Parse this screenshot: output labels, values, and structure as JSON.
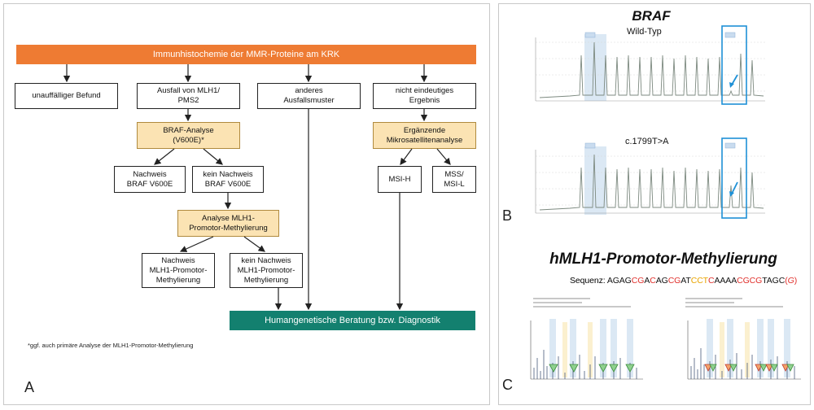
{
  "panel_a": {
    "letter": "A",
    "top_bar": "Immunhistochemie der MMR-Proteine am KRK",
    "box_unauffaellig": "unauffälliger Befund",
    "box_ausfall": "Ausfall von MLH1/\nPMS2",
    "box_anderes": "anderes\nAusfallsmuster",
    "box_nicht_eindeutig": "nicht eindeutiges\nErgebnis",
    "box_braf": "BRAF-Analyse\n(V600E)*",
    "box_mikrosat": "Ergänzende\nMikrosatellitenanalyse",
    "box_nachweis_braf": "Nachweis\nBRAF V600E",
    "box_kein_braf": "kein Nachweis\nBRAF V600E",
    "box_msi_h": "MSI-H",
    "box_mss": "MSS/\nMSI-L",
    "box_analyse_mlh1": "Analyse MLH1-\nPromotor-Methylierung",
    "box_nachweis_mlh1": "Nachweis\nMLH1-Promotor-\nMethylierung",
    "box_kein_mlh1": "kein Nachweis\nMLH1-Promotor-\nMethylierung",
    "bottom_bar": "Humangenetische Beratung bzw. Diagnostik",
    "footnote": "*ggf. auch primäre Analyse der MLH1-Promotor-Methylierung"
  },
  "panel_b": {
    "letter": "B",
    "title": "BRAF",
    "top_label": "Wild-Typ",
    "bottom_label": "c.1799T>A"
  },
  "panel_c": {
    "letter": "C",
    "title": "hMLH1-Promotor-Methylierung",
    "sequence_prefix": "Sequenz: ",
    "sequence": [
      {
        "t": "AGAG",
        "c": "#111111"
      },
      {
        "t": "CG",
        "c": "#e0302c"
      },
      {
        "t": "A",
        "c": "#111111"
      },
      {
        "t": "C",
        "c": "#e0302c"
      },
      {
        "t": "AG",
        "c": "#111111"
      },
      {
        "t": "CG",
        "c": "#e0302c"
      },
      {
        "t": "AT",
        "c": "#111111"
      },
      {
        "t": "CCT",
        "c": "#e8a400"
      },
      {
        "t": "C",
        "c": "#e0302c"
      },
      {
        "t": "AAAA",
        "c": "#111111"
      },
      {
        "t": "CGCG",
        "c": "#e0302c"
      },
      {
        "t": "TAGC",
        "c": "#111111"
      },
      {
        "t": "(",
        "c": "#e0302c"
      },
      {
        "t": "G",
        "c": "#e0302c",
        "italic": true
      },
      {
        "t": ")",
        "c": "#e0302c"
      }
    ]
  },
  "colors": {
    "orange": "#ee7b33",
    "teal": "#13806f",
    "tan": "#fbe3b3",
    "highlight_blue": "#1e90d6"
  }
}
